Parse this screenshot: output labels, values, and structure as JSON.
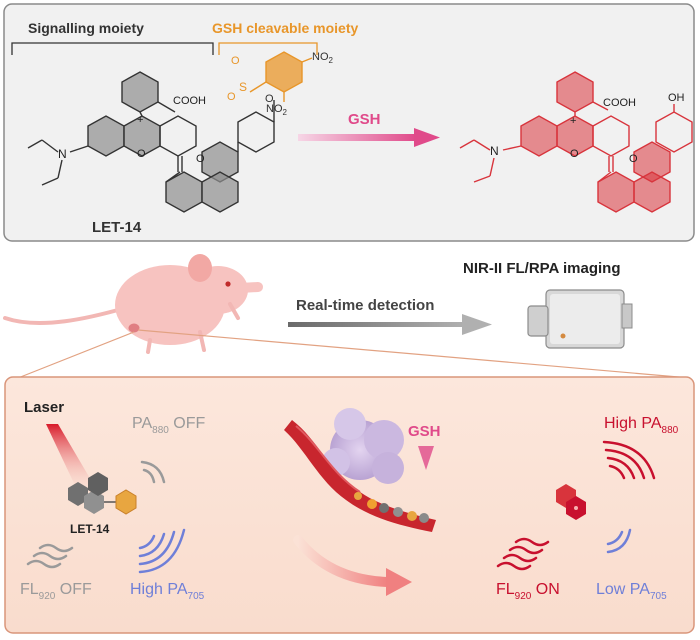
{
  "top_panel": {
    "signalling_label": "Signalling moiety",
    "cleavable_label": "GSH cleavable moiety",
    "no2_top": "NO",
    "no2_bottom": "NO",
    "no2_sub": "2",
    "sulfonyl_s": "S",
    "sulfonyl_o1": "O",
    "sulfonyl_o2": "O",
    "ester_o": "O",
    "cooh_left": "COOH",
    "cooh_right": "COOH",
    "nitrogen_left": "N",
    "nitrogen_right": "N",
    "oxonium_left": "O",
    "oxonium_right": "O",
    "plus": "+",
    "ring_o_left": "O",
    "ring_o_right": "O",
    "hydroxyl": "OH",
    "arrow_label": "GSH",
    "compound_name": "LET-14"
  },
  "middle": {
    "imaging_label": "NIR-II FL/RPA imaging",
    "detection_label": "Real-time detection"
  },
  "bottom_panel": {
    "laser_label": "Laser",
    "probe_label": "LET-14",
    "pa880_off": {
      "main": "PA",
      "sub": "880",
      "tail": " OFF"
    },
    "fl920_off": {
      "main": "FL",
      "sub": "920",
      "tail": " OFF"
    },
    "high_pa705": {
      "main": "High PA",
      "sub": "705"
    },
    "gsh_label": "GSH",
    "high_pa880": {
      "main": "High PA",
      "sub": "880"
    },
    "fl920_on": {
      "main": "FL",
      "sub": "920",
      "tail": "  ON"
    },
    "low_pa705": {
      "main": "Low PA",
      "sub": "705"
    }
  },
  "colors": {
    "top_bg": "#f1f1f1",
    "bottom_bg": "#fbe2d6",
    "cleavable": "#e8962a",
    "product": "#d8343c",
    "gsh_pink": "#e04a8a",
    "off_gray": "#9a9a9a",
    "blue": "#6f7fd8",
    "red_on": "#c8102e"
  }
}
